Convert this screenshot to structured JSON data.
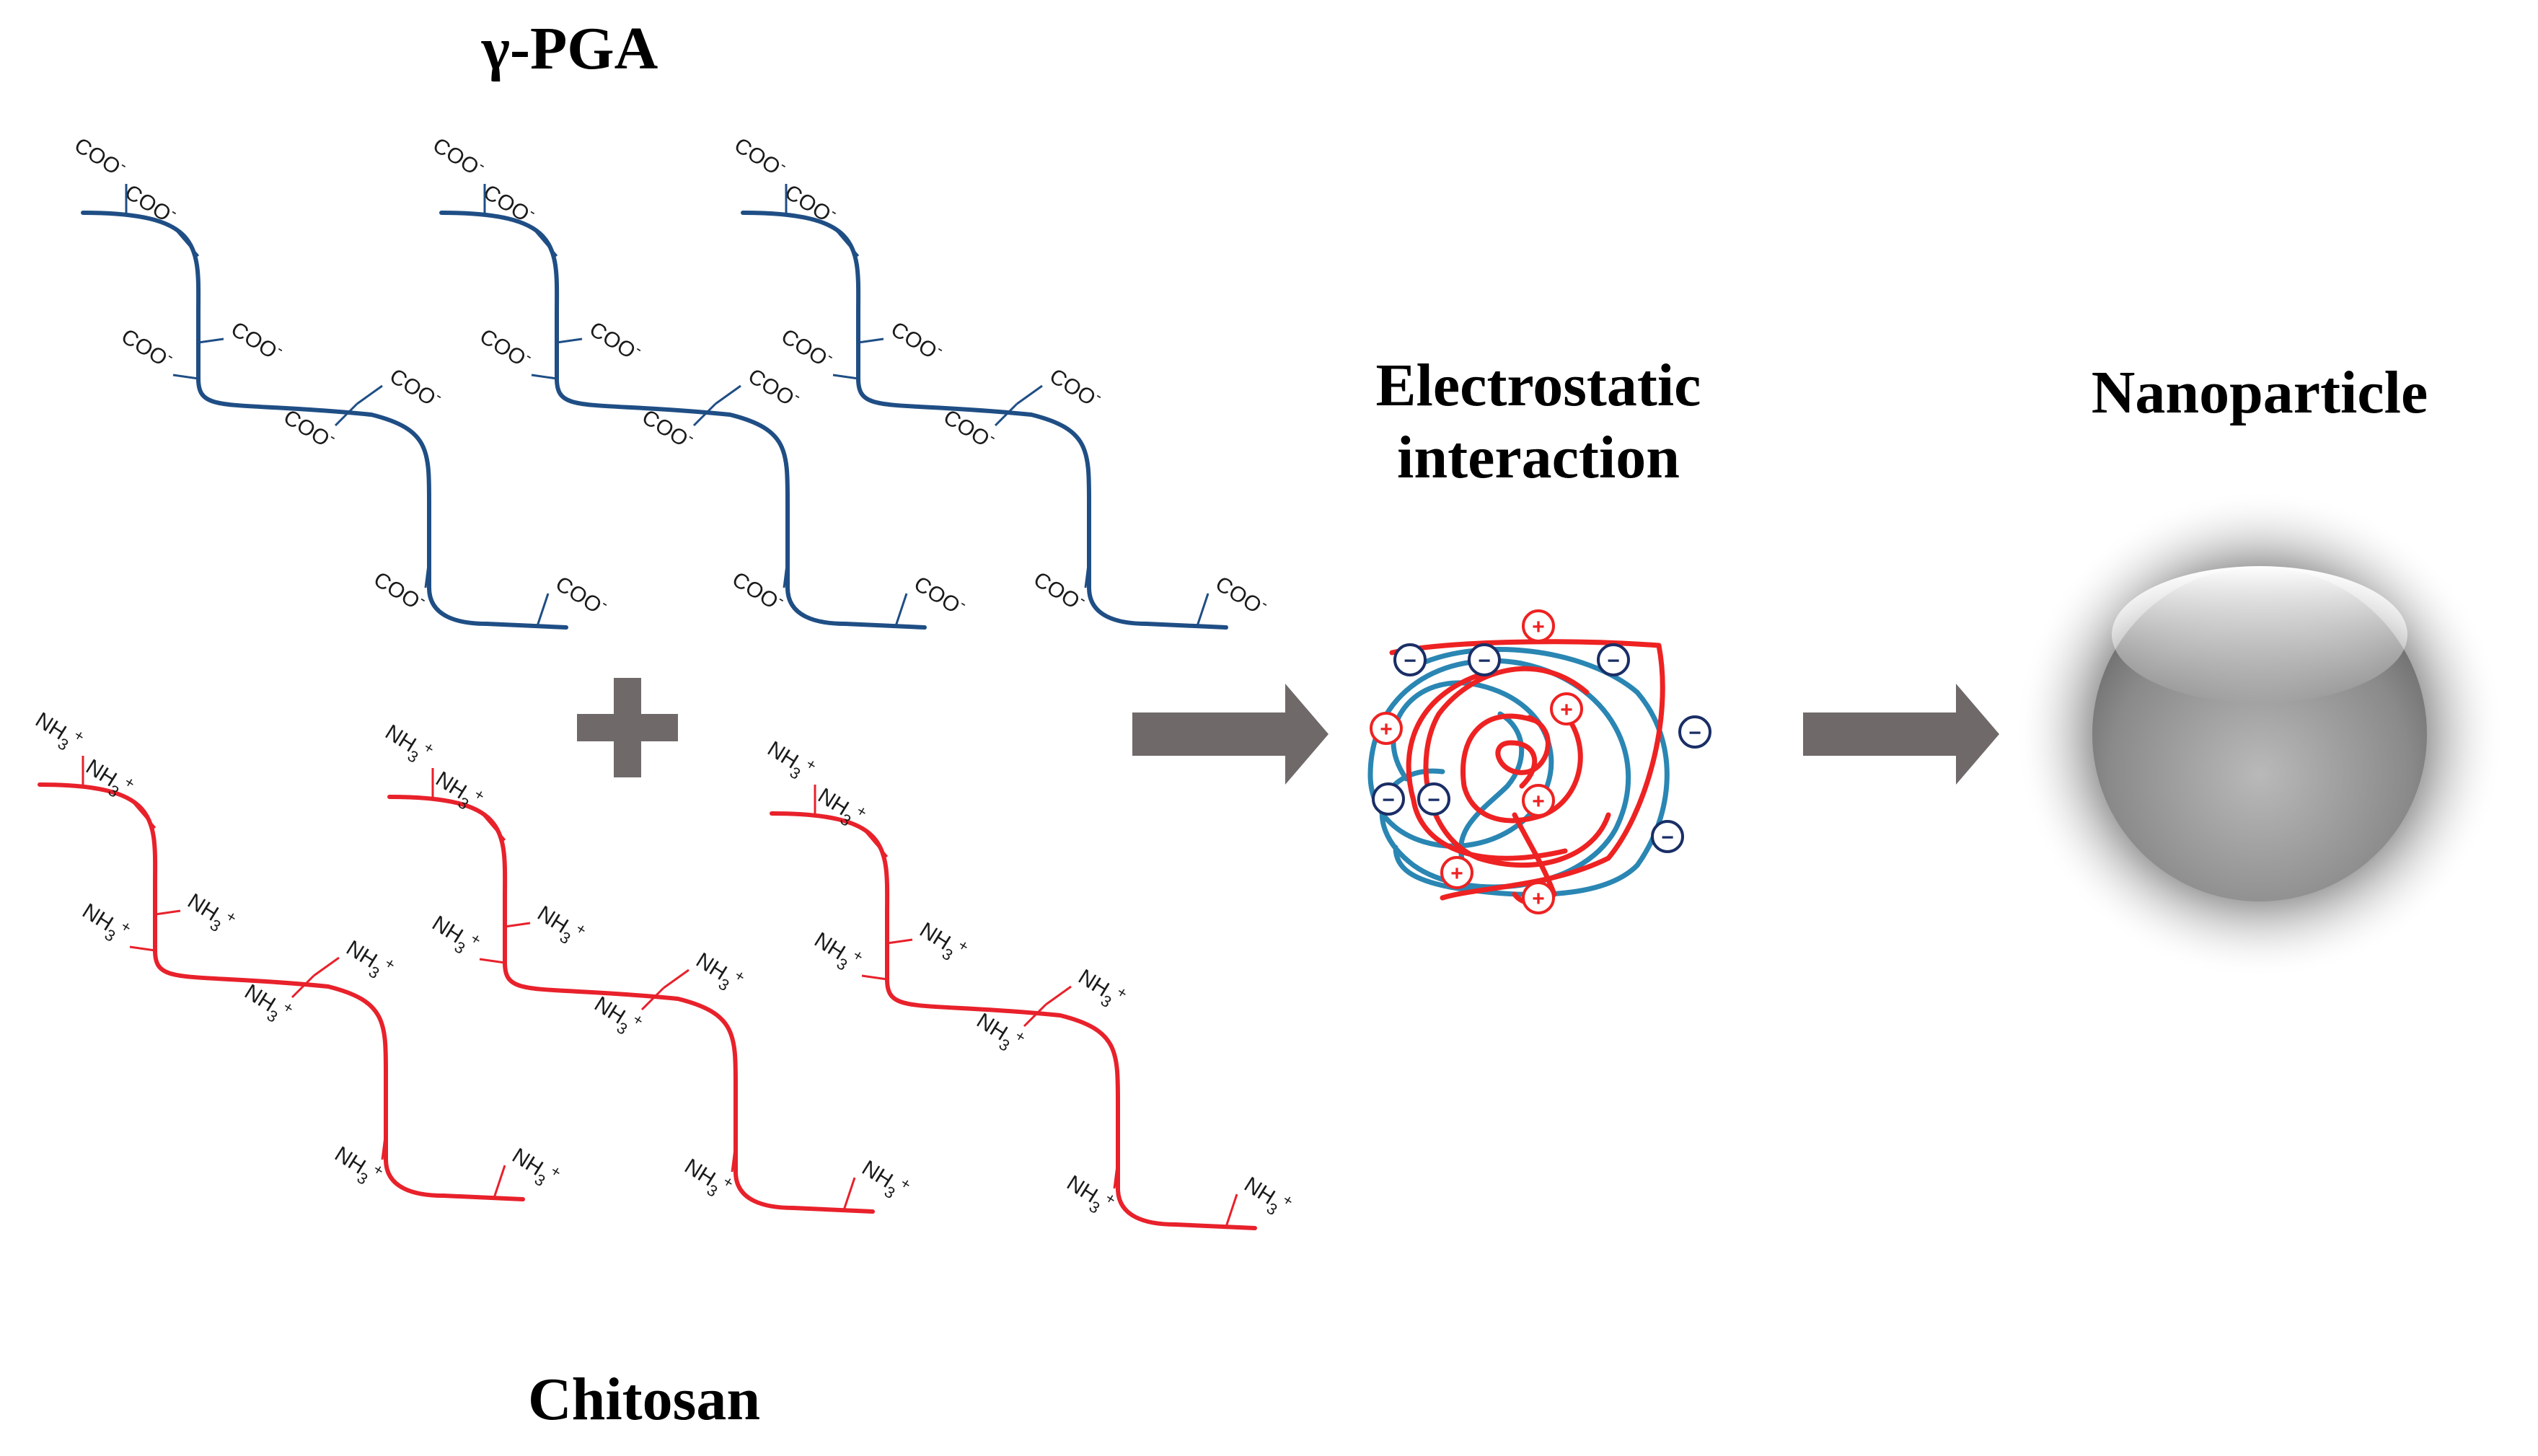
{
  "labels": {
    "pga": "γ-PGA",
    "chitosan": "Chitosan",
    "electrostatic_line1": "Electrostatic",
    "electrostatic_line2": "interaction",
    "nanoparticle": "Nanoparticle"
  },
  "groups": {
    "carboxylate": "COO",
    "carboxylate_charge": "-",
    "ammonium": "NH",
    "ammonium_sub": "3",
    "ammonium_charge": "+"
  },
  "charges": {
    "positive": "+",
    "negative": "−"
  },
  "icons": {
    "plus": "plus-sign-icon",
    "arrow": "right-arrow-icon",
    "sphere": "nanoparticle-sphere-icon"
  },
  "colors": {
    "pga_chain": "#1f4e85",
    "chitosan_chain": "#e8212b",
    "complex_blue": "#2a86b3",
    "complex_red": "#ee2222",
    "negative_mark": "#1a2e66",
    "arrow_gray": "#6f6a69"
  }
}
